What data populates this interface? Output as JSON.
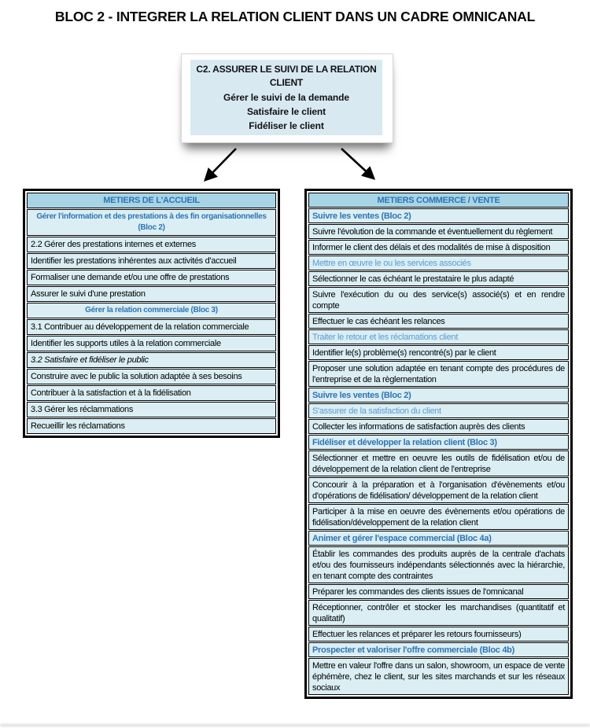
{
  "page_title": "BLOC 2 - INTEGRER LA RELATION CLIENT DANS UN CADRE OMNICANAL",
  "colors": {
    "header_bg": "#a8d5e5",
    "row_bg": "#daeef3",
    "category_blue": "#2e74b5",
    "category_light_blue": "#5b9bd5",
    "box_bg": "#d8e9f2",
    "border_black": "#000000"
  },
  "central_box": {
    "title": "C2. ASSURER LE SUIVI DE LA RELATION CLIENT",
    "lines": [
      "Gérer le suivi de la demande",
      "Satisfaire le client",
      "Fidéliser le client"
    ]
  },
  "left_table": {
    "header": "METIERS DE L'ACCUEIL",
    "rows": [
      {
        "text": "Gérer l'information et des prestations à des fin organisationnelles\n(Bloc 2)",
        "style": "category-center"
      },
      {
        "text": "2.2 Gérer des prestations internes et externes",
        "style": "item"
      },
      {
        "text": "Identifier les prestations inhérentes aux activités d'accueil",
        "style": "item"
      },
      {
        "text": "Formaliser une demande et/ou une offre de prestations",
        "style": "item"
      },
      {
        "text": "Assurer le suivi d'une prestation",
        "style": "item"
      },
      {
        "text": "Gérer la relation commerciale (Bloc 3)",
        "style": "category-center"
      },
      {
        "text": "3.1 Contribuer au développement de la relation commerciale",
        "style": "item"
      },
      {
        "text": "Identifier les supports utiles à la relation commerciale",
        "style": "item"
      },
      {
        "text": "3.2 Satisfaire et fidéliser le public",
        "style": "item item-italic"
      },
      {
        "text": "Construire avec le public la solution adaptée à ses besoins",
        "style": "item"
      },
      {
        "text": "Contribuer à la satisfaction et à la fidélisation",
        "style": "item"
      },
      {
        "text": "3.3 Gérer les réclammations",
        "style": "item"
      },
      {
        "text": "Recueillir les réclamations",
        "style": "item"
      }
    ]
  },
  "right_table": {
    "header": "METIERS COMMERCE / VENTE",
    "rows": [
      {
        "text": "Suivre les ventes (Bloc 2)",
        "style": "category-bold"
      },
      {
        "text": "Suivre l'évolution de la commande et éventuellement du règlement",
        "style": "item"
      },
      {
        "text": "Informer le client des délais et des modalités de mise à disposition",
        "style": "item"
      },
      {
        "text": "Mettre en œuvre le ou les services associés",
        "style": "category-light"
      },
      {
        "text": "Sélectionner le cas échéant le prestataire le plus adapté",
        "style": "item"
      },
      {
        "text": "Suivre l'exécution du ou des service(s) associé(s) et en rendre compte",
        "style": "item"
      },
      {
        "text": "Effectuer le cas échéant les relances",
        "style": "item"
      },
      {
        "text": "Traiter le retour et les réclamations client",
        "style": "category-light"
      },
      {
        "text": "Identifier le(s) problème(s) rencontré(s) par le client",
        "style": "item"
      },
      {
        "text": "Proposer une solution adaptée en tenant compte des procédures de l'entreprise et de la règlementation",
        "style": "item"
      },
      {
        "text": "Suivre les ventes (Bloc 2)",
        "style": "category-bold"
      },
      {
        "text": "S'assurer de la satisfaction du client",
        "style": "category-light"
      },
      {
        "text": "Collecter les informations de satisfaction auprès des clients",
        "style": "item"
      },
      {
        "text": "Fidéliser et développer la relation client (Bloc 3)",
        "style": "category-bold"
      },
      {
        "text": "Sélectionner et mettre en oeuvre les outils de fidélisation et/ou de développement de la relation client de l'entreprise",
        "style": "item"
      },
      {
        "text": "Concourir à la préparation et à l'organisation d'évènements et/ou d'opérations de fidélisation/ développement de la relation client",
        "style": "item"
      },
      {
        "text": "Participer à la mise en oeuvre des évènements et/ou opérations de fidélisation/développement de la relation client",
        "style": "item"
      },
      {
        "text": "Animer et gérer l'espace commercial (Bloc 4a)",
        "style": "category-bold"
      },
      {
        "text": "Établir les commandes des produits auprès de la centrale d'achats et/ou des fournisseurs indépendants  sélectionnés avec la hiérarchie, en tenant compte des contraintes",
        "style": "item"
      },
      {
        "text": "Préparer les commandes des clients issues de l'omnicanal",
        "style": "item"
      },
      {
        "text": "Réceptionner, contrôler et stocker les marchandises (quantitatif et qualitatif)",
        "style": "item"
      },
      {
        "text": "Effectuer les relances et préparer les retours fournisseurs)",
        "style": "item"
      },
      {
        "text": "Prospecter et valoriser l'offre commerciale (Bloc 4b)",
        "style": "category-bold"
      },
      {
        "text": "Mettre en valeur l'offre dans un salon, showroom, un espace de vente éphémère, chez le client, sur les sites marchands et sur les réseaux sociaux",
        "style": "item"
      }
    ]
  }
}
